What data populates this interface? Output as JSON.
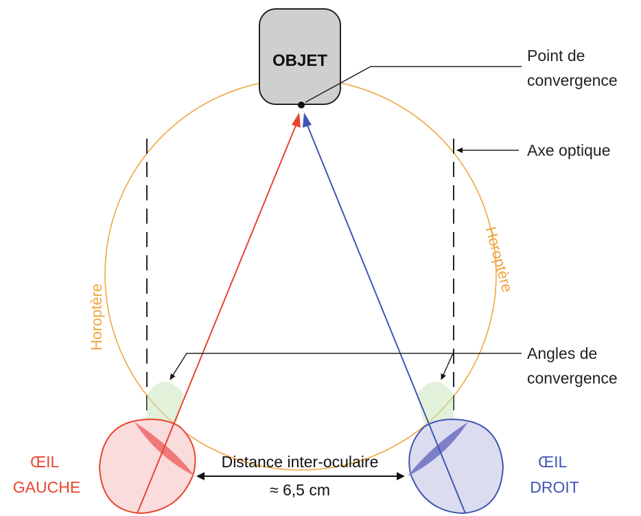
{
  "object": {
    "label": "OBJET"
  },
  "labels": {
    "convergence_point": [
      "Point de",
      "convergence"
    ],
    "optical_axis": "Axe optique",
    "convergence_angles": [
      "Angles de",
      "convergence"
    ],
    "horopter_left": "Horoptère",
    "horopter_right": "Horoptère"
  },
  "eyes": {
    "left": [
      "ŒIL",
      "GAUCHE"
    ],
    "right": [
      "ŒIL",
      "DROIT"
    ]
  },
  "distance": {
    "label": "Distance inter-oculaire",
    "value": "≈ 6,5 cm"
  },
  "colors": {
    "horopter": "#f0a53f",
    "left_ray": "#e8432f",
    "right_ray": "#3f55b2",
    "left_eye_fill": "#fadcdc",
    "right_eye_fill": "#dcdcf0",
    "angle_fill": "#c8e6bc",
    "object_fill": "#cfcfcf"
  }
}
